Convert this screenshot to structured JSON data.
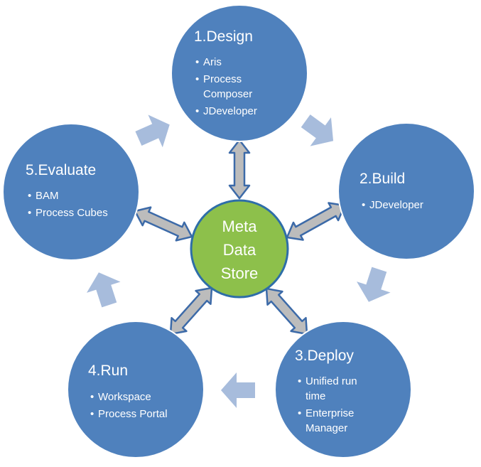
{
  "colors": {
    "stage_circle": "#4f81bd",
    "stage_circle_stroke": "#ffffff",
    "center_circle": "#8dc04b",
    "center_stroke": "#2e6ea8",
    "cycle_arrow": "#a7bcdc",
    "link_arrow_fill": "#bcbcbc",
    "link_arrow_stroke": "#3c6aa8",
    "text": "#ffffff"
  },
  "center": {
    "lines": [
      "Meta",
      "Data",
      "Store"
    ]
  },
  "stages": [
    {
      "id": "design",
      "title": "1.Design",
      "items": [
        [
          "Aris"
        ],
        [
          "Process",
          "Composer"
        ],
        [
          "JDeveloper"
        ]
      ]
    },
    {
      "id": "build",
      "title": "2.Build",
      "items": [
        [
          "JDeveloper"
        ]
      ]
    },
    {
      "id": "deploy",
      "title": "3.Deploy",
      "items": [
        [
          "Unified run",
          "time"
        ],
        [
          "Enterprise",
          "Manager"
        ]
      ]
    },
    {
      "id": "run",
      "title": "4.Run",
      "items": [
        [
          "Workspace"
        ],
        [
          "Process Portal"
        ]
      ]
    },
    {
      "id": "evaluate",
      "title": "5.Evaluate",
      "items": [
        [
          "BAM"
        ],
        [
          "Process Cubes"
        ]
      ]
    }
  ]
}
